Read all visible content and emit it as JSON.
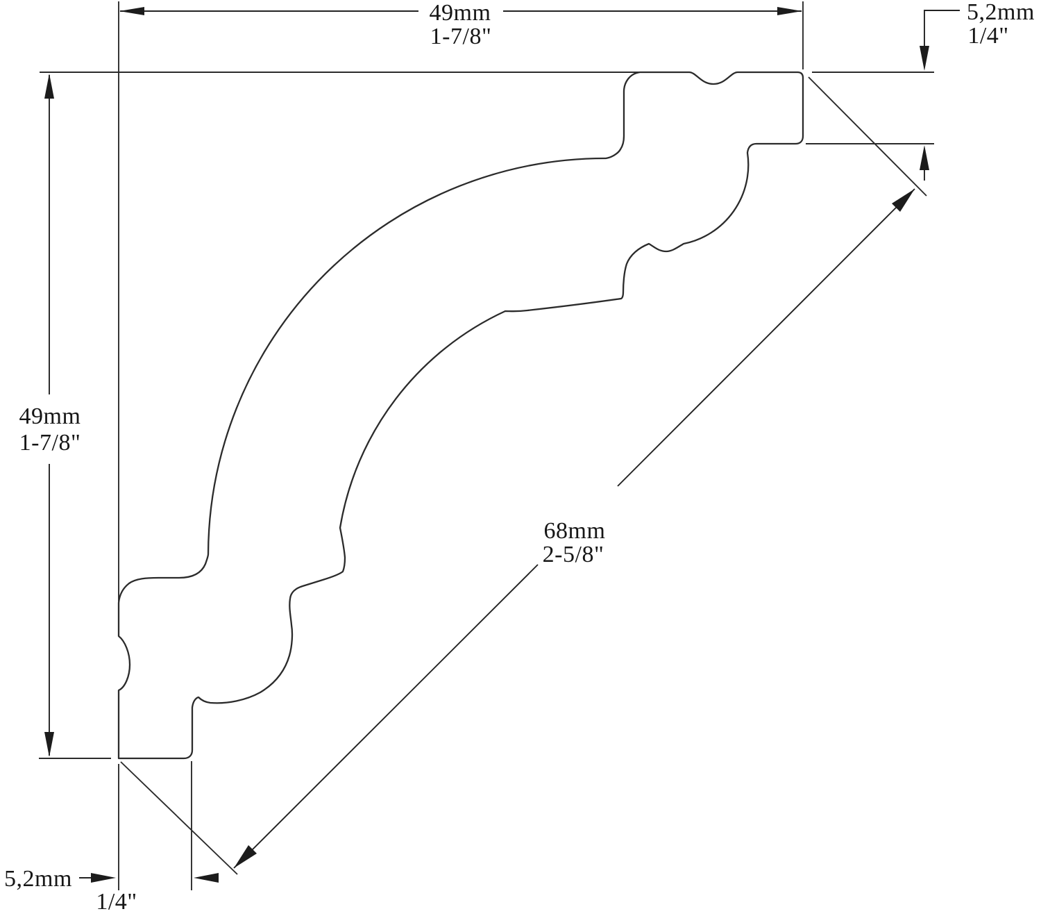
{
  "drawing": {
    "subject": "Cornice moulding profile cross-section technical drawing",
    "background": "#ffffff",
    "line_color": "#2b2b2b",
    "text_color": "#161616"
  },
  "dimensions": {
    "top_width": {
      "metric": "49mm",
      "imperial": "1-7/8\""
    },
    "left_height": {
      "metric": "49mm",
      "imperial": "1-7/8\""
    },
    "diagonal_face": {
      "metric": "68mm",
      "imperial": "2-5/8\""
    },
    "top_thickness": {
      "metric": "5,2mm",
      "imperial": "1/4\""
    },
    "bottom_thickness": {
      "metric": "5,2mm",
      "imperial": "1/4\""
    }
  }
}
